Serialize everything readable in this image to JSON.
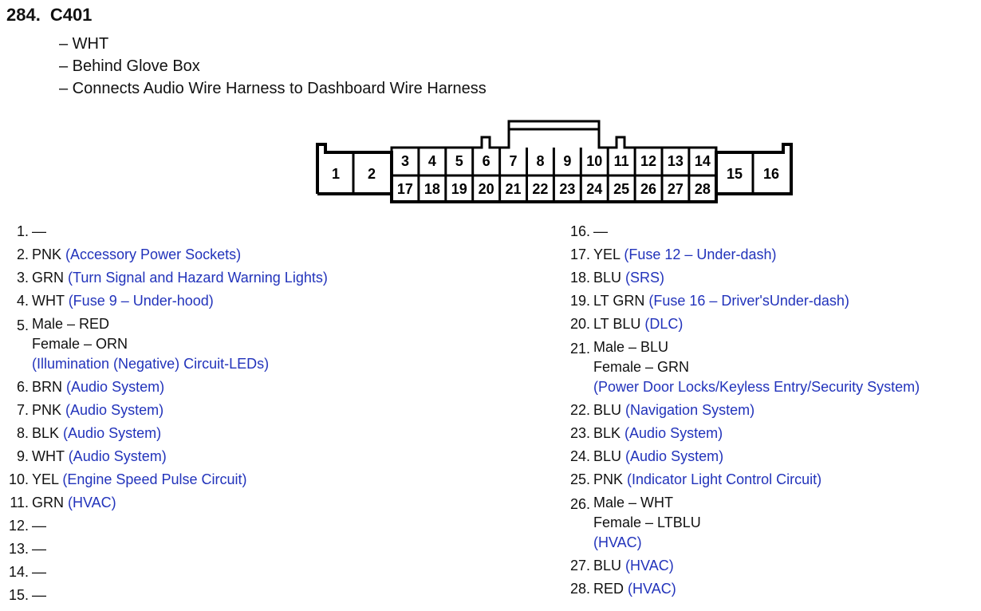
{
  "header": {
    "number": "284.",
    "connector_id": "C401",
    "lines": [
      "– WHT",
      "– Behind Glove Box",
      "– Connects Audio Wire Harness to Dashboard Wire Harness"
    ]
  },
  "connector": {
    "pins_large": [
      "1",
      "2",
      "15",
      "16"
    ],
    "pins_top": [
      "3",
      "4",
      "5",
      "6",
      "7",
      "8",
      "9",
      "10",
      "11",
      "12",
      "13",
      "14"
    ],
    "pins_bottom": [
      "17",
      "18",
      "19",
      "20",
      "21",
      "22",
      "23",
      "24",
      "25",
      "26",
      "27",
      "28"
    ]
  },
  "pins_left": [
    {
      "n": "1.",
      "lines": [
        {
          "color": "—"
        }
      ]
    },
    {
      "n": "2.",
      "lines": [
        {
          "color": "PNK",
          "desc": "(Accessory Power Sockets)"
        }
      ]
    },
    {
      "n": "3.",
      "lines": [
        {
          "color": "GRN",
          "desc": "(Turn Signal and Hazard Warning Lights)"
        }
      ]
    },
    {
      "n": "4.",
      "lines": [
        {
          "color": "WHT",
          "desc": "(Fuse 9 – Under-hood)"
        }
      ]
    },
    {
      "n": "5.",
      "lines": [
        {
          "color": "Male – RED"
        },
        {
          "color": "Female – ORN"
        },
        {
          "desc": "(Illumination (Negative) Circuit-LEDs)"
        }
      ]
    },
    {
      "n": "6.",
      "lines": [
        {
          "color": "BRN",
          "desc": "(Audio System)"
        }
      ]
    },
    {
      "n": "7.",
      "lines": [
        {
          "color": "PNK",
          "desc": "(Audio System)"
        }
      ]
    },
    {
      "n": "8.",
      "lines": [
        {
          "color": "BLK",
          "desc": "(Audio System)"
        }
      ]
    },
    {
      "n": "9.",
      "lines": [
        {
          "color": "WHT",
          "desc": "(Audio System)"
        }
      ]
    },
    {
      "n": "10.",
      "lines": [
        {
          "color": "YEL",
          "desc": "(Engine Speed Pulse Circuit)"
        }
      ]
    },
    {
      "n": "11.",
      "lines": [
        {
          "color": "GRN",
          "desc": "(HVAC)"
        }
      ]
    },
    {
      "n": "12.",
      "lines": [
        {
          "color": "—"
        }
      ]
    },
    {
      "n": "13.",
      "lines": [
        {
          "color": "—"
        }
      ]
    },
    {
      "n": "14.",
      "lines": [
        {
          "color": "—"
        }
      ]
    },
    {
      "n": "15.",
      "lines": [
        {
          "color": "—"
        }
      ]
    }
  ],
  "pins_right": [
    {
      "n": "16.",
      "lines": [
        {
          "color": "—"
        }
      ]
    },
    {
      "n": "17.",
      "lines": [
        {
          "color": "YEL",
          "desc": "(Fuse 12 – Under-dash)"
        }
      ]
    },
    {
      "n": "18.",
      "lines": [
        {
          "color": "BLU",
          "desc": "(SRS)"
        }
      ]
    },
    {
      "n": "19.",
      "lines": [
        {
          "color": "LT GRN",
          "desc": "(Fuse 16 – Driver'sUnder-dash)"
        }
      ]
    },
    {
      "n": "20.",
      "lines": [
        {
          "color": "LT BLU",
          "desc": "(DLC)"
        }
      ]
    },
    {
      "n": "21.",
      "lines": [
        {
          "color": "Male – BLU"
        },
        {
          "color": "Female – GRN"
        },
        {
          "desc": "(Power Door Locks/Keyless Entry/Security System)"
        }
      ]
    },
    {
      "n": "22.",
      "lines": [
        {
          "color": "BLU",
          "desc": "(Navigation System)"
        }
      ]
    },
    {
      "n": "23.",
      "lines": [
        {
          "color": "BLK",
          "desc": "(Audio System)"
        }
      ]
    },
    {
      "n": "24.",
      "lines": [
        {
          "color": "BLU",
          "desc": "(Audio System)"
        }
      ]
    },
    {
      "n": "25.",
      "lines": [
        {
          "color": "PNK",
          "desc": "(Indicator Light Control Circuit)"
        }
      ]
    },
    {
      "n": "26.",
      "lines": [
        {
          "color": "Male – WHT"
        },
        {
          "color": "Female – LTBLU"
        },
        {
          "desc": "(HVAC)"
        }
      ]
    },
    {
      "n": "27.",
      "lines": [
        {
          "color": "BLU",
          "desc": "(HVAC)"
        }
      ]
    },
    {
      "n": "28.",
      "lines": [
        {
          "color": "RED",
          "desc": "(HVAC)"
        }
      ]
    }
  ],
  "colors": {
    "description_text": "#2233bb",
    "body_text": "#111111",
    "outline": "#000000"
  }
}
